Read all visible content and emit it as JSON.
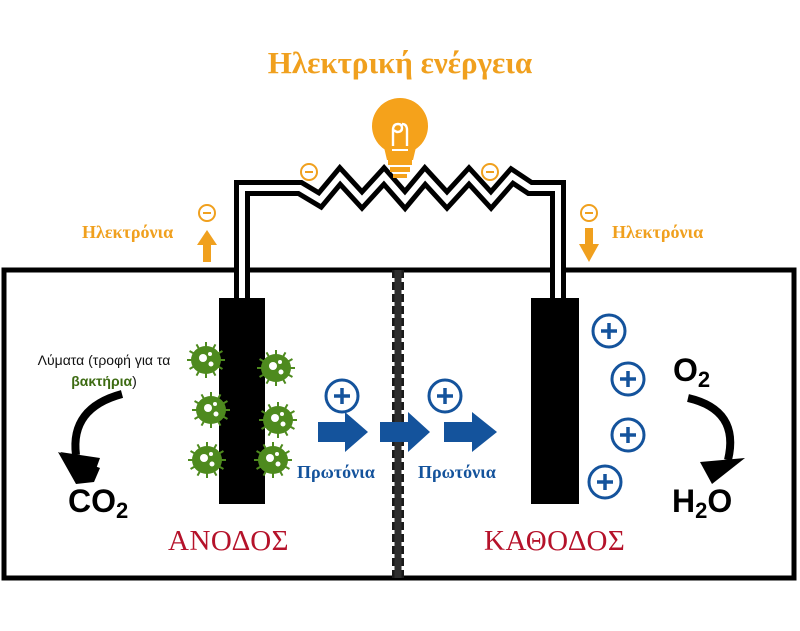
{
  "title": "Ηλεκτρική ενέργεια",
  "labels": {
    "electrons_left": "Ηλεκτρόνια",
    "electrons_right": "Ηλεκτρόνια",
    "protons_1": "Πρωτόνια",
    "protons_2": "Πρωτόνια",
    "anode": "ΑΝΟΔΟΣ",
    "cathode": "ΚΑΘΟΔΟΣ",
    "food_line1": "Λύματα (τροφή για τα",
    "food_line2": "βακτήρια",
    "food_close": ")"
  },
  "chemistry": {
    "co2": {
      "base": "CO",
      "sub": "2"
    },
    "o2": {
      "base": "O",
      "sub": "2"
    },
    "h2o": {
      "pre": "H",
      "sub": "2",
      "post": "O"
    }
  },
  "colors": {
    "electricity": "#f0a01e",
    "proton": "#14539c",
    "electrode_label": "#b5122a",
    "bacteria": "#4e8a1e",
    "outline": "#000000"
  },
  "icons": {
    "bulb": "light-bulb-icon",
    "electron": "minus-circle-icon",
    "proton": "plus-circle-icon",
    "bacterium": "bacterium-icon"
  }
}
